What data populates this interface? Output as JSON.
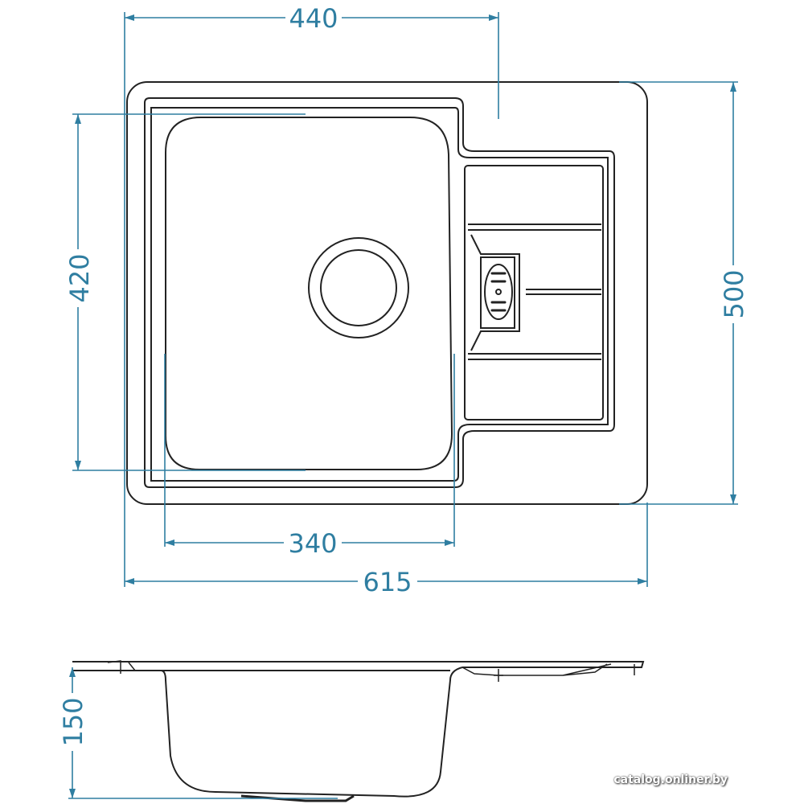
{
  "dimensions": {
    "top_width": "440",
    "overall_width": "615",
    "bowl_width": "340",
    "bowl_length": "420",
    "overall_length": "500",
    "depth": "150"
  },
  "watermark": "catalog.onliner.by",
  "colors": {
    "dimension": "#2f7ea1",
    "outline": "#222222"
  }
}
